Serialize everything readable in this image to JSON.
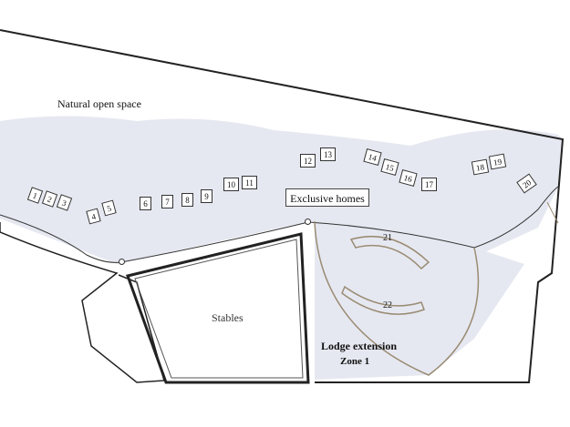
{
  "labels": {
    "natural_open_space": "Natural open space",
    "exclusive_homes": "Exclusive homes",
    "stables": "Stables",
    "lodge_extension": "Lodge extension",
    "zone": "Zone 1"
  },
  "lots": [
    "1",
    "2",
    "3",
    "4",
    "5",
    "6",
    "7",
    "8",
    "9",
    "10",
    "11",
    "12",
    "13",
    "14",
    "15",
    "16",
    "17",
    "18",
    "19",
    "20"
  ],
  "lodge_units": [
    "21",
    "22"
  ],
  "colors": {
    "open_space_fill": "#e6e8f1",
    "boundary_line": "#222222",
    "lodge_outline": "#9a8b73"
  }
}
